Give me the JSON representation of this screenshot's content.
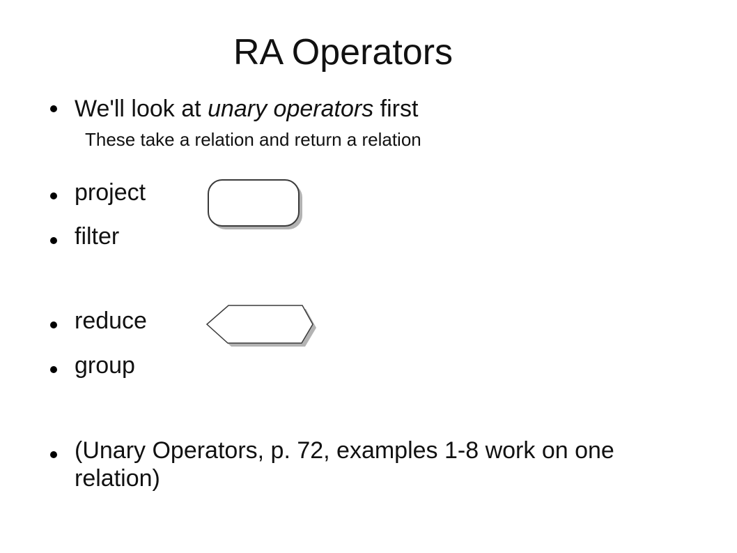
{
  "slide": {
    "title": "RA Operators",
    "intro": {
      "before": "We'll look at ",
      "emphasis": "unary operators",
      "after": " first",
      "sub": "These take a relation and return a relation"
    },
    "items": {
      "project": "project",
      "filter": "filter",
      "reduce": "reduce",
      "group": "group",
      "reference": "(Unary Operators, p. 72, examples 1-8  work on one relation)"
    },
    "shapes": {
      "rounded": "rounded-rectangle",
      "hexagon": "hexagon"
    },
    "colors": {
      "text": "#111111",
      "shape_stroke": "#3a3a3a",
      "shape_shadow": "#9a9a9a"
    }
  }
}
